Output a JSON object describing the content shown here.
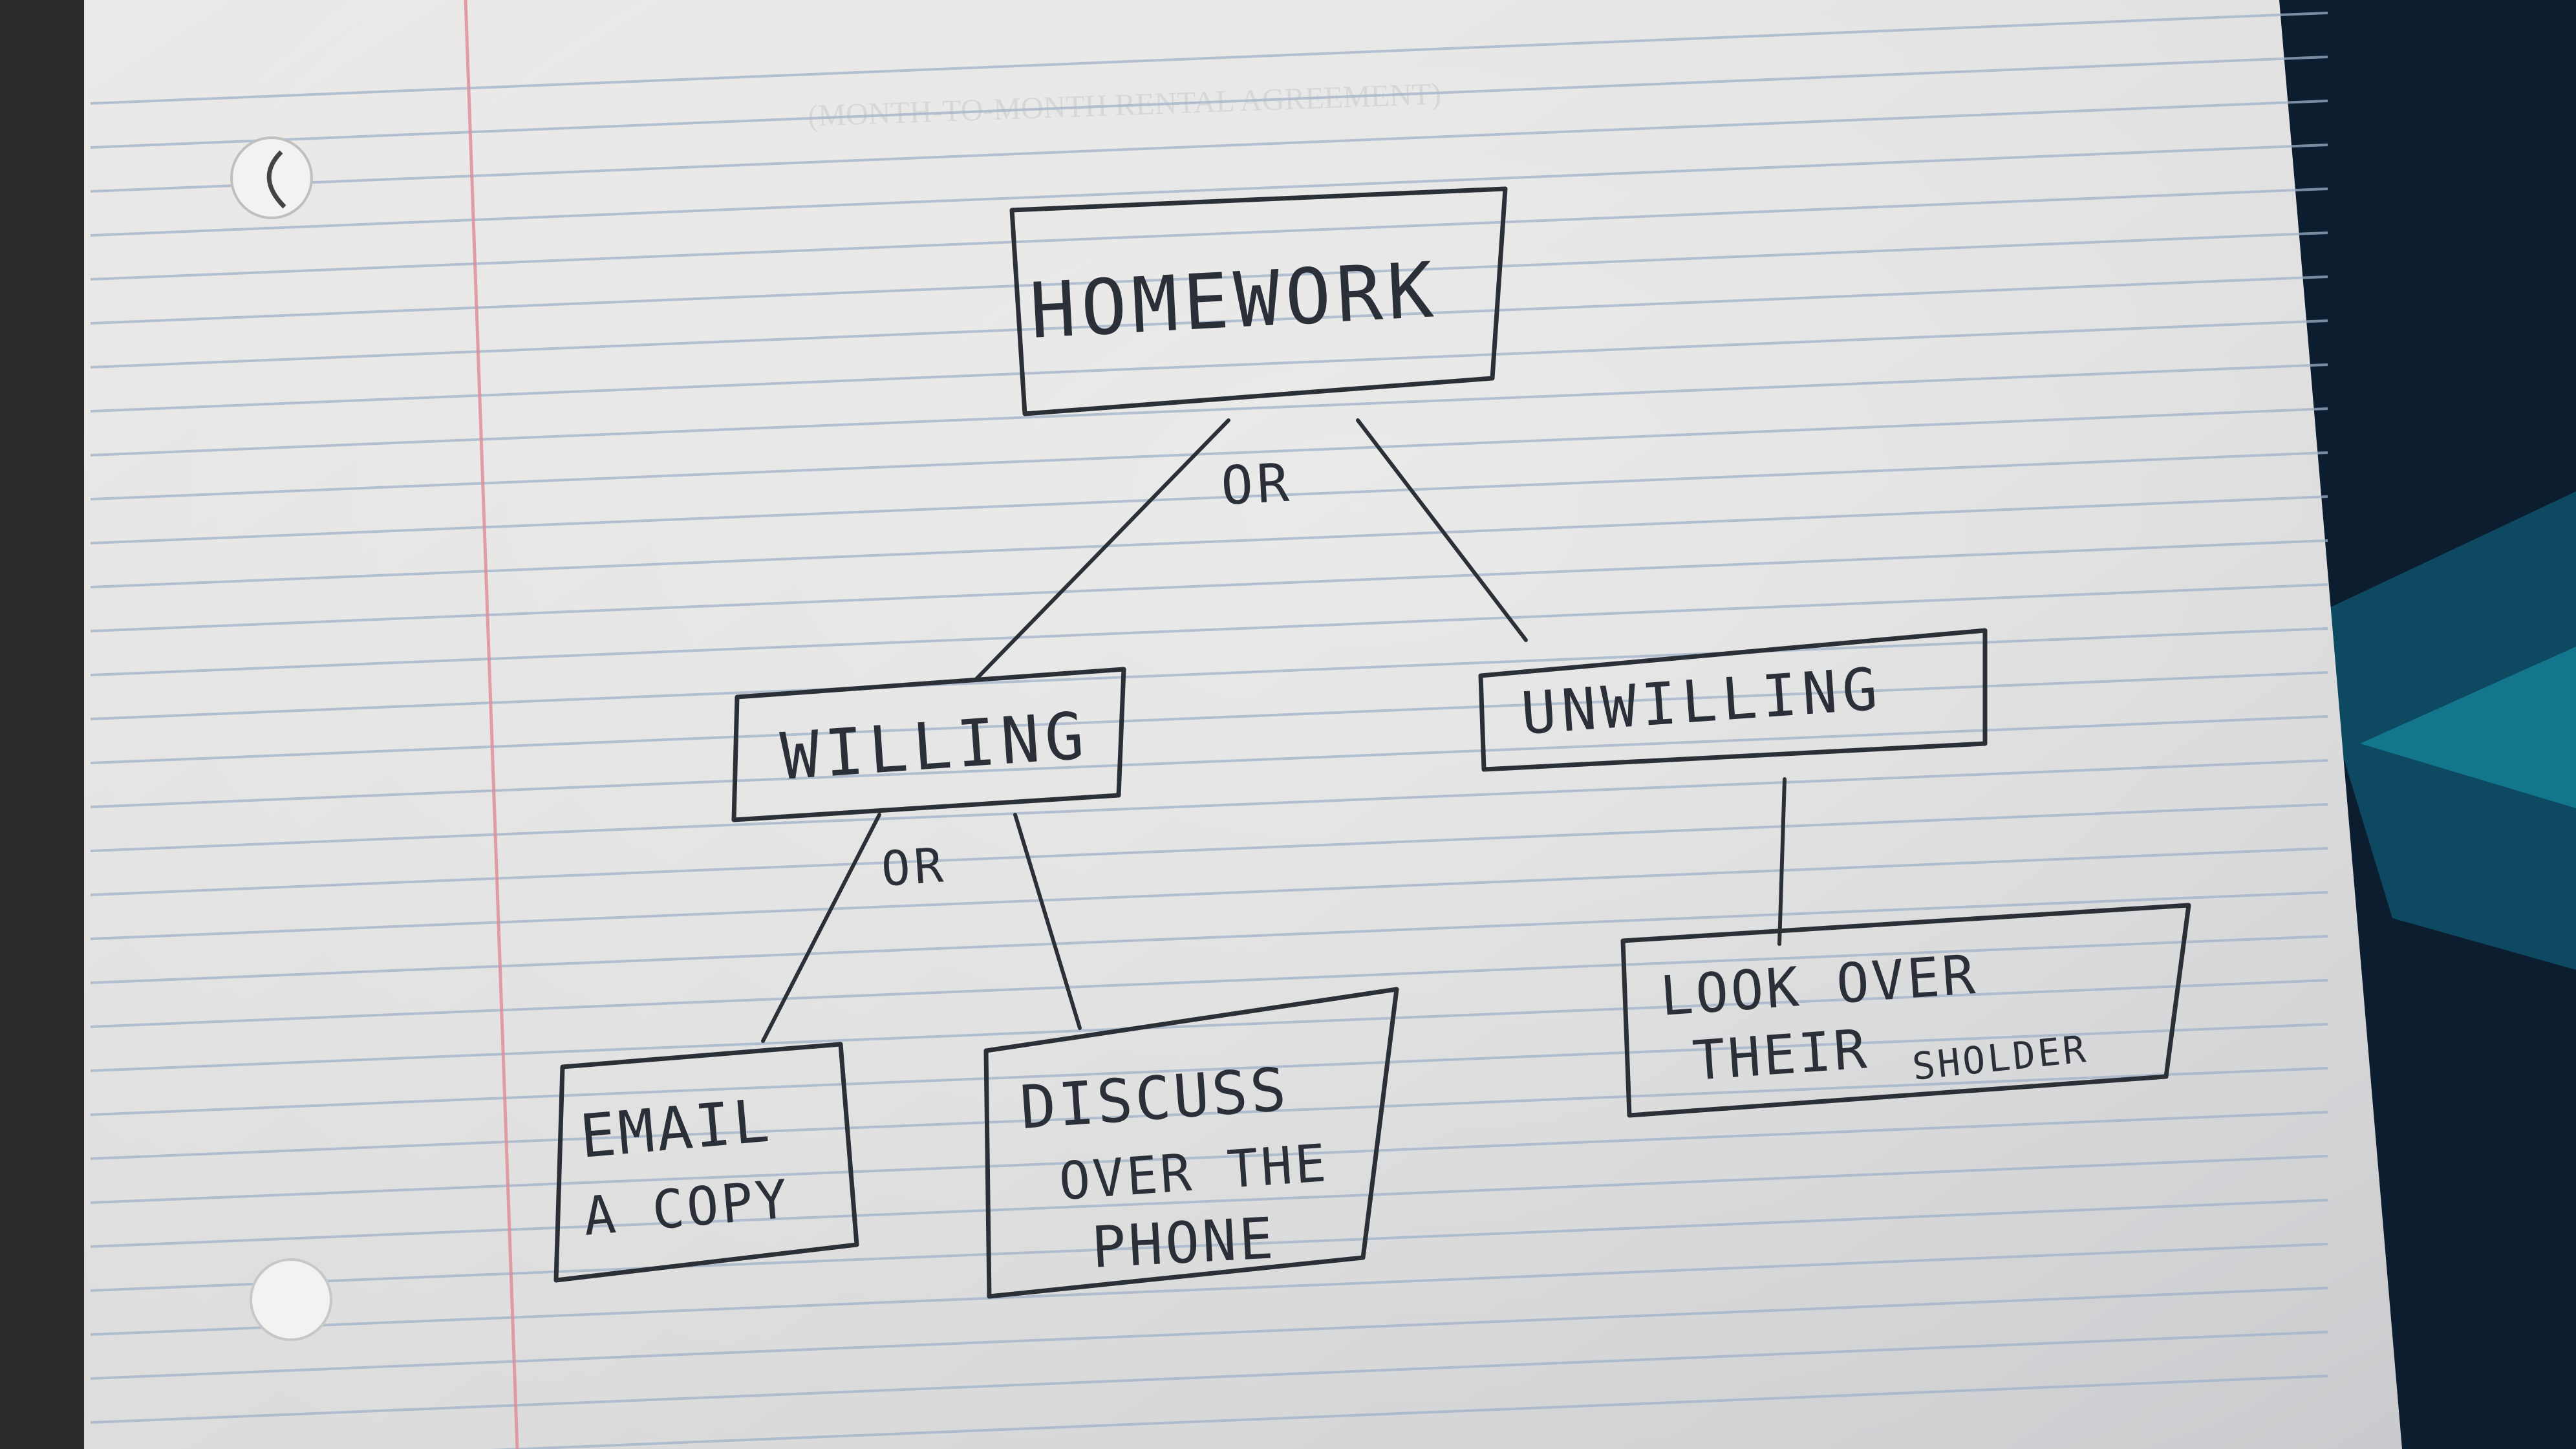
{
  "diagram": {
    "type": "hand-drawn decision tree",
    "root": {
      "label": "HOMEWORK"
    },
    "root_edge_label": "OR",
    "level1": [
      {
        "label": "WILLING"
      },
      {
        "label": "UNWILLING"
      }
    ],
    "willing_edge_label": "OR",
    "leaves": {
      "email": {
        "line1": "EMAIL",
        "line2": "A COPY"
      },
      "discuss": {
        "line1": "DISCUSS",
        "line2": "OVER THE",
        "line3": "PHONE"
      },
      "look": {
        "line1": "LOOK OVER",
        "line2": "THEIR",
        "line3": "SHOLDER"
      }
    }
  },
  "background": {
    "faint_heading": "(MONTH-TO-MONTH RENTAL AGREEMENT)"
  }
}
